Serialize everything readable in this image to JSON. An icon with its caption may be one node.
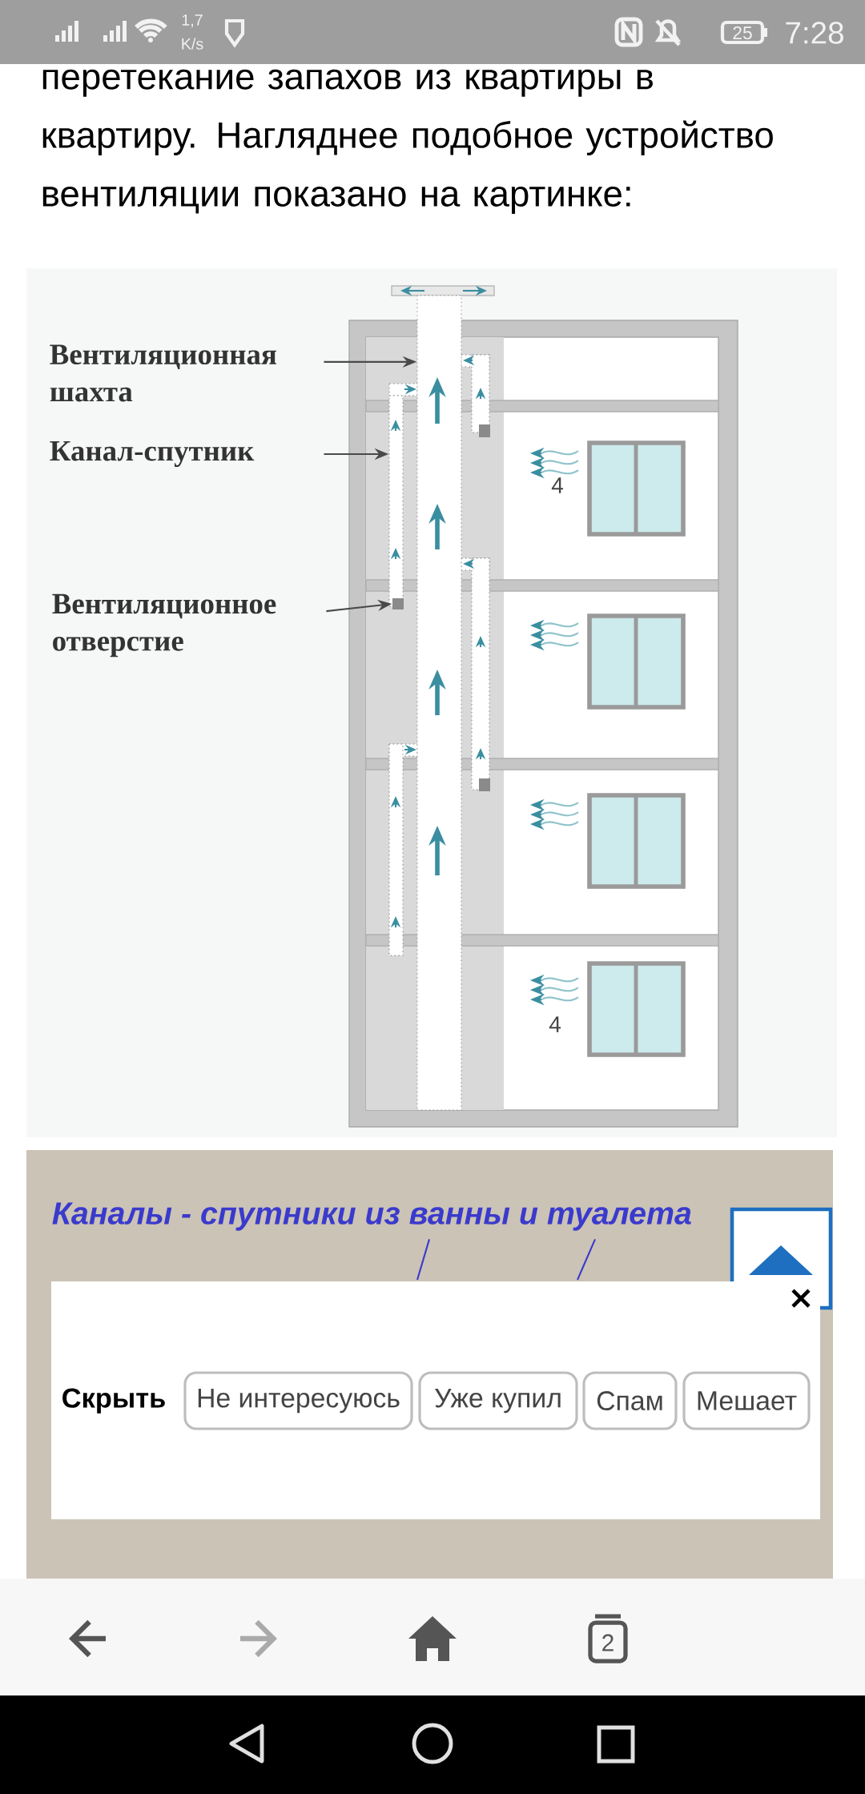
{
  "diagram": {
    "nodes": [
      {
        "text": [
          "Вентиляционная шахта"
        ]
      },
      {
        "text": [
          "Канал-спутник"
        ]
      },
      {
        "text": [
          "Вентиляционное отверстие"
        ]
      },
      {
        "text": [],
        "shape": "box"
      },
      {
        "text": [],
        "shape": "box"
      },
      {
        "text": [],
        "shape": "box"
      },
      {
        "text": [
          "Каналы - спутники из ванны и туалета"
        ]
      }
    ],
    "edges": [
      {
        "from": 0,
        "to": 3,
        "arrow": "to"
      },
      {
        "from": 1,
        "to": 4,
        "arrow": "to"
      },
      {
        "from": 2,
        "to": 5,
        "arrow": "to"
      },
      {
        "from": 6,
        "to": null,
        "arrow": "none",
        "color": "#3a3acd"
      },
      {
        "from": 6,
        "to": null,
        "arrow": "none",
        "color": "#3a3acd"
      }
    ],
    "labels": [
      "1,7 K/s",
      "25",
      "7:28",
      "перетекание запахов из квартиры в квартиру. Нагляднее подобное устройство вентиляции показано на картинке:",
      "4",
      "4",
      "Скрыть",
      "Не интересуюсь",
      "Уже купил",
      "Спам",
      "Мешает",
      "2"
    ]
  }
}
